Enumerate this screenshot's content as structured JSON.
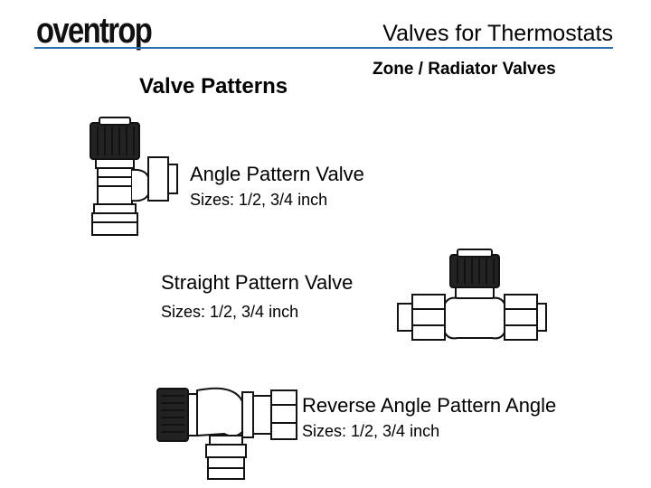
{
  "header": {
    "logo_text": "oventrop",
    "title": "Valves for Thermostats"
  },
  "headings": {
    "left": "Valve Patterns",
    "right": "Zone / Radiator Valves"
  },
  "valves": [
    {
      "name": "Angle Pattern Valve",
      "sizes": "Sizes: 1/2, 3/4 inch"
    },
    {
      "name": "Straight Pattern Valve",
      "sizes": "Sizes: 1/2, 3/4 inch"
    },
    {
      "name": "Reverse Angle Pattern Angle",
      "sizes": "Sizes: 1/2, 3/4 inch"
    }
  ],
  "colors": {
    "rule": "#2b6fae",
    "ink": "#111111"
  }
}
